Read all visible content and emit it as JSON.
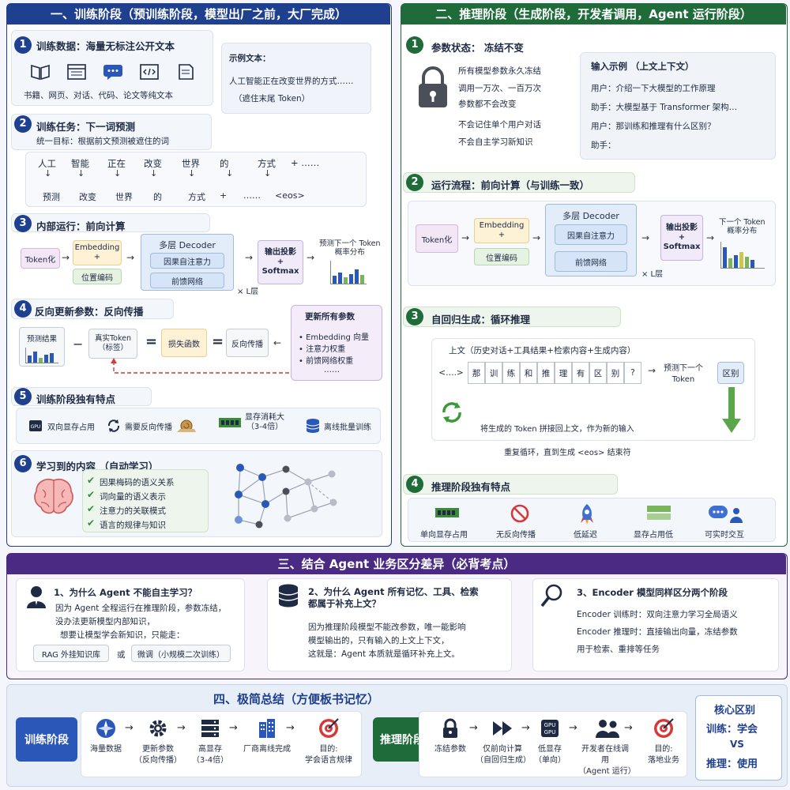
{
  "sec1": {
    "header": "一、训练阶段（预训练阶段，模型出厂之前，大厂完成）",
    "s1": {
      "num": "1",
      "title": "训练数据：海量无标注公开文本",
      "types": "书籍、网页、对话、代码、论文等纯文本",
      "sample_title": "示例文本：",
      "sample_text": "人工智能正在改变世界的方式……",
      "sample_note": "（遮住末尾 Token）"
    },
    "s2": {
      "num": "2",
      "title": "训练任务：下一词预测",
      "goal": "统一目标：根据前文预测被遮住的词",
      "input_tokens": [
        "人工",
        "智能",
        "正在",
        "改变",
        "世界",
        "的",
        "方式",
        "+ ……"
      ],
      "output_tokens": [
        "预测",
        "改变",
        "世界",
        "的",
        "方式",
        "+",
        "……",
        "<eos>"
      ]
    },
    "s3": {
      "num": "3",
      "title": "内部运行：前向计算",
      "tokenize": "Token化",
      "embedding": "Embedding\n+",
      "pos": "位置编码",
      "decoder": "多层 Decoder",
      "attn": "因果自注意力",
      "ffn": "前馈网络",
      "layers": "× L层",
      "proj": "输出投影\n+\nSoftmax",
      "pred": "预测下一个 Token\n概率分布"
    },
    "s4": {
      "num": "4",
      "title": "反向更新参数：反向传播",
      "pred": "预测结果",
      "truth": "真实Token\n（标签）",
      "minus": "−",
      "eq": "=",
      "loss": "损失函数",
      "bp": "反向传播",
      "update_title": "更新所有参数",
      "update_items": [
        "• Embedding 向量",
        "• 注意力权重",
        "• 前馈网络权重",
        "……"
      ]
    },
    "s5": {
      "num": "5",
      "title": "训练阶段独有特点",
      "feats": [
        "双向显存占用",
        "需要反向传播",
        "显存消耗大\n（3-4倍）",
        "离线批量训练"
      ]
    },
    "s6": {
      "num": "6",
      "title": "学习到的内容 （自动学习）",
      "items": [
        "因果梅码的语义关系",
        "词向量的语义表示",
        "注意力的关联模式",
        "语言的规律与知识"
      ]
    }
  },
  "sec2": {
    "header": "二、推理阶段（生成阶段，开发者调用，Agent 运行阶段）",
    "s1": {
      "num": "1",
      "title": "参数状态： 冻结不变",
      "lines": [
        "所有模型参数永久冻结",
        "调用一万次、一百万次",
        "参数都不会改变",
        "不会记住单个用户对话",
        "不会自主学习新知识"
      ],
      "ex_title": "输入示例 （上文上下文）",
      "ex_lines": [
        "用户：介绍一下大模型的工作原理",
        "助手：大模型基于 Transformer 架构…",
        "用户：那训练和推理有什么区别？",
        "助手："
      ]
    },
    "s2": {
      "num": "2",
      "title": "运行流程：前向计算（与训练一致）",
      "tokenize": "Token化",
      "embedding": "Embedding\n+",
      "pos": "位置编码",
      "decoder": "多层 Decoder",
      "attn": "因果自注意力",
      "ffn": "前馈网络",
      "layers": "× L层",
      "proj": "输出投影\n+\nSoftmax",
      "pred": "下一个 Token\n概率分布"
    },
    "s3": {
      "num": "3",
      "title": "自回归生成：循环推理",
      "context": "上文（历史对话+工具结果+检索内容+生成内容）",
      "cells": [
        "<….>",
        "那",
        "训",
        "练",
        "和",
        "推",
        "理",
        "有",
        "区",
        "别",
        "?"
      ],
      "predict": "预测下一个\nToken",
      "result": "区别",
      "append": "将生成的 Token 拼接回上文，作为新的输入",
      "repeat": "重复循环，直到生成 <eos> 结束符"
    },
    "s4": {
      "num": "4",
      "title": "推理阶段独有特点",
      "feats": [
        "单向显存占用",
        "无反向传播",
        "低延迟",
        "显存占用低",
        "可实时交互"
      ]
    }
  },
  "sec3": {
    "header": "三、结合 Agent 业务区分差异（必背考点）",
    "q1": {
      "title": "1、为什么 Agent 不能自主学习？",
      "lines": [
        "因为 Agent 全程运行在推理阶段，参数冻结，",
        "没办法更新模型内部知识，",
        "想要让模型学会新知识，只能走："
      ],
      "opt1": "RAG 外挂知识库",
      "or": "或",
      "opt2": "微调（小规模二次训练）"
    },
    "q2": {
      "title": "2、为什么 Agent 所有记忆、工具、检索\n都属于补充上文？",
      "lines": [
        "因为推理阶段模型不能改参数，唯一能影响",
        "模型输出的，只有输入的上文上下文，",
        "这就是：Agent 本质就是循环补充上文。"
      ]
    },
    "q3": {
      "title": "3、Encoder 模型同样区分两个阶段",
      "lines": [
        "Encoder 训练时：双向注意力学习全局语义",
        "Encoder 推理时：直接输出向量，冻结参数",
        "用于检索、重排等任务"
      ]
    }
  },
  "sec4": {
    "header": "四、极简总结（方便板书记忆）",
    "train_label": "训练阶段",
    "train_steps": [
      "海量数据",
      "更新参数\n（反向传播）",
      "高显存\n（3-4倍）",
      "厂商离线完成",
      "目的:\n学会语言规律"
    ],
    "infer_label": "推理阶段",
    "infer_steps": [
      "冻结参数",
      "仅前向计算\n（自回归生成）",
      "低显存\n（单向）",
      "开发者在线调用\n（Agent 运行）",
      "目的:\n落地业务"
    ],
    "core_title": "核心区别",
    "core_train": "训练：学会",
    "core_vs": "VS",
    "core_infer": "推理：使用"
  },
  "colors": {
    "blue": "#1f3f8f",
    "green": "#1f6b3a",
    "purple": "#4a2a82",
    "train_blue": "#2a57b8"
  }
}
